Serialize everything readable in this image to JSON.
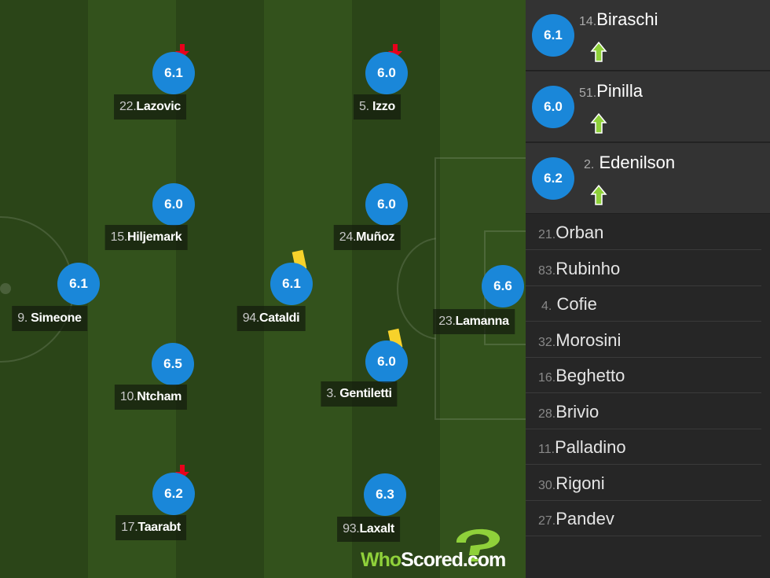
{
  "pitch": {
    "players": [
      {
        "id": "lazovic",
        "number": "22.",
        "name": "Lazovic",
        "rating": "6.1",
        "sub_off": true,
        "card": false
      },
      {
        "id": "izzo",
        "number": "5.",
        "name": "Izzo",
        "rating": "6.0",
        "sub_off": true,
        "card": false
      },
      {
        "id": "hiljemark",
        "number": "15.",
        "name": "Hiljemark",
        "rating": "6.0",
        "sub_off": false,
        "card": false
      },
      {
        "id": "munoz",
        "number": "24.",
        "name": "Muñoz",
        "rating": "6.0",
        "sub_off": false,
        "card": false
      },
      {
        "id": "simeone",
        "number": "9.",
        "name": "Simeone",
        "rating": "6.1",
        "sub_off": false,
        "card": false
      },
      {
        "id": "cataldi",
        "number": "94.",
        "name": "Cataldi",
        "rating": "6.1",
        "sub_off": false,
        "card": true
      },
      {
        "id": "lamanna",
        "number": "23.",
        "name": "Lamanna",
        "rating": "6.6",
        "sub_off": false,
        "card": false
      },
      {
        "id": "ntcham",
        "number": "10.",
        "name": "Ntcham",
        "rating": "6.5",
        "sub_off": false,
        "card": false
      },
      {
        "id": "gentiletti",
        "number": "3.",
        "name": "Gentiletti",
        "rating": "6.0",
        "sub_off": false,
        "card": true
      },
      {
        "id": "taarabt",
        "number": "17.",
        "name": "Taarabt",
        "rating": "6.2",
        "sub_off": true,
        "card": false
      },
      {
        "id": "laxalt",
        "number": "93.",
        "name": "Laxalt",
        "rating": "6.3",
        "sub_off": false,
        "card": false
      }
    ]
  },
  "logo": {
    "who": "Who",
    "scored": "Scored",
    "com": ".com"
  },
  "substitutes_used": [
    {
      "number": "14.",
      "name": "Biraschi",
      "rating": "6.1"
    },
    {
      "number": "51.",
      "name": "Pinilla",
      "rating": "6.0"
    },
    {
      "number": "2.",
      "name": "Edenilson",
      "rating": "6.2"
    }
  ],
  "bench": [
    {
      "number": "21.",
      "name": "Orban"
    },
    {
      "number": "83.",
      "name": "Rubinho"
    },
    {
      "number": "4.",
      "name": "Cofie"
    },
    {
      "number": "32.",
      "name": "Morosini"
    },
    {
      "number": "16.",
      "name": "Beghetto"
    },
    {
      "number": "28.",
      "name": "Brivio"
    },
    {
      "number": "11.",
      "name": "Palladino"
    },
    {
      "number": "30.",
      "name": "Rigoni"
    },
    {
      "number": "27.",
      "name": "Pandev"
    }
  ],
  "colors": {
    "rating_bg": "#1a87d9",
    "sub_off_arrow": "#e8001c",
    "sub_on_arrow": "#8fd13a",
    "yellow_card": "#f7d22b"
  }
}
